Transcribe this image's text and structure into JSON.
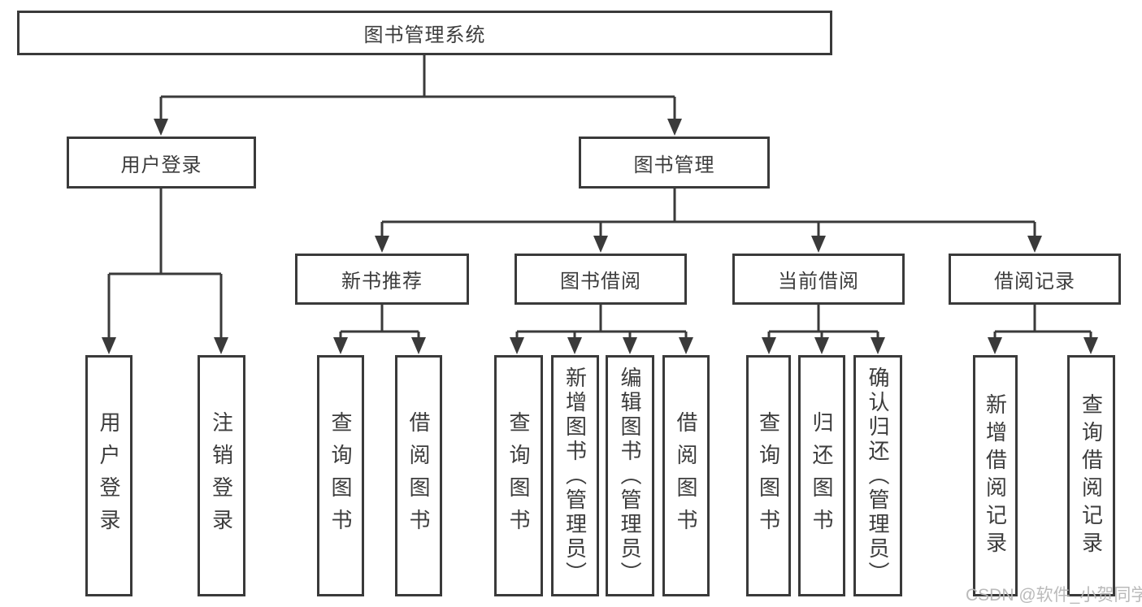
{
  "colors": {
    "line": "#3a3a3a",
    "box_border": "#3a3a3a",
    "text": "#3c3c3c",
    "watermark": "#b6b6b6",
    "background": "#ffffff"
  },
  "watermark": "CSDN @软件_小贺同学",
  "tree": {
    "root": {
      "label": "图书管理系统",
      "children": [
        {
          "label": "用户登录",
          "children": [
            {
              "label": "用户登录"
            },
            {
              "label": "注销登录"
            }
          ]
        },
        {
          "label": "图书管理",
          "children": [
            {
              "label": "新书推荐",
              "children": [
                {
                  "label": "查询图书"
                },
                {
                  "label": "借阅图书"
                }
              ]
            },
            {
              "label": "图书借阅",
              "children": [
                {
                  "label": "查询图书"
                },
                {
                  "label": "新增图书（管理员）"
                },
                {
                  "label": "编辑图书（管理员）"
                },
                {
                  "label": "借阅图书"
                }
              ]
            },
            {
              "label": "当前借阅",
              "children": [
                {
                  "label": "查询图书"
                },
                {
                  "label": "归还图书"
                },
                {
                  "label": "确认归还（管理员）"
                }
              ]
            },
            {
              "label": "借阅记录",
              "children": [
                {
                  "label": "新增借阅记录"
                },
                {
                  "label": "查询借阅记录"
                }
              ]
            }
          ]
        }
      ]
    }
  }
}
